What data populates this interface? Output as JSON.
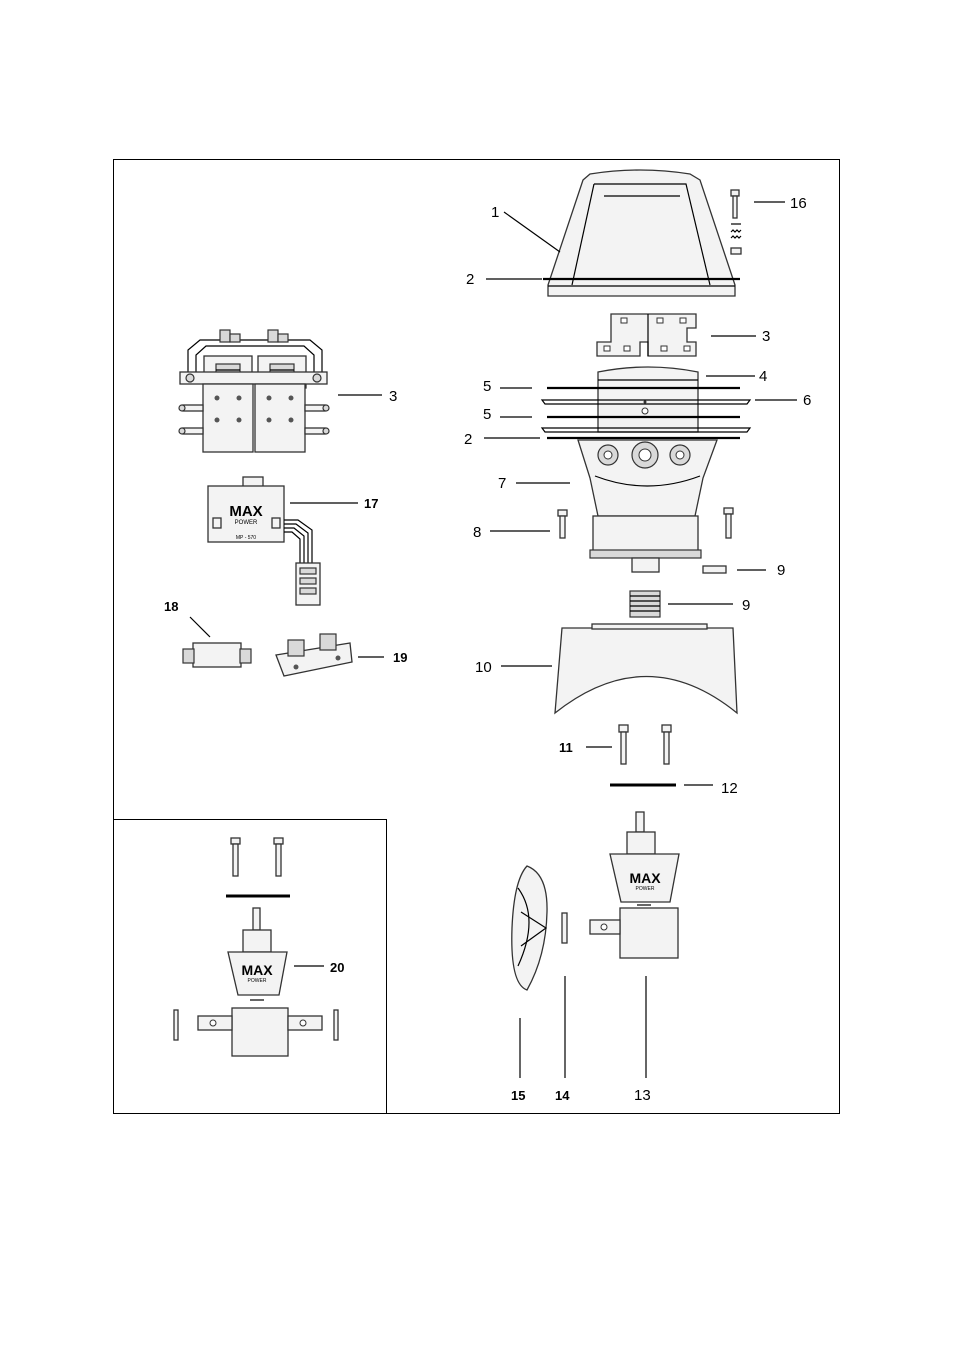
{
  "diagram": {
    "callouts": {
      "c1": "1",
      "c2a": "2",
      "c16": "16",
      "c3a": "3",
      "c4": "4",
      "c5a": "5",
      "c6": "6",
      "c5b": "5",
      "c2b": "2",
      "c7": "7",
      "c8": "8",
      "c9a": "9",
      "c9b": "9",
      "c10": "10",
      "c11": "11",
      "c12": "12",
      "c3b": "3",
      "c17": "17",
      "c18": "18",
      "c19": "19",
      "c20": "20",
      "c13": "13",
      "c14": "14",
      "c15": "15"
    },
    "branding": {
      "logo": "MAX",
      "logo_sub": "POWER",
      "module_code": "MP - 570"
    }
  }
}
